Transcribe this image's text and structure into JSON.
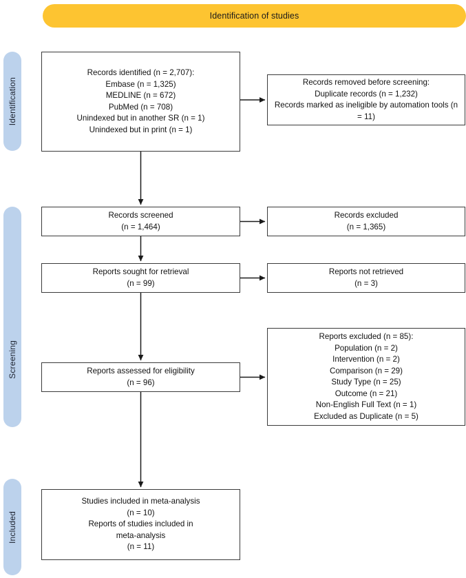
{
  "header": {
    "title": "Identification of studies",
    "color": "#FDC431"
  },
  "stages": {
    "color": "#BCD2EC",
    "items": [
      {
        "name": "identification",
        "label": "Identification"
      },
      {
        "name": "screening",
        "label": "Screening"
      },
      {
        "name": "included",
        "label": "Included"
      }
    ]
  },
  "boxes": {
    "identified": "Records identified (n = 2,707):\nEmbase (n = 1,325)\nMEDLINE (n = 672)\nPubMed (n = 708)\nUnindexed but in another SR (n = 1)\nUnindexed but in print (n = 1)",
    "removed": "Records removed before screening:\nDuplicate records (n = 1,232)\nRecords marked as ineligible by automation tools (n = 11)",
    "screened": "Records screened\n(n = 1,464)",
    "records_excluded": "Records excluded\n(n = 1,365)",
    "sought": "Reports sought for retrieval\n(n = 99)",
    "not_retrieved": "Reports not retrieved\n(n = 3)",
    "assessed": "Reports assessed for eligibility\n(n = 96)",
    "reports_excluded": "Reports excluded (n = 85):\nPopulation (n = 2)\nIntervention (n = 2)\nComparison (n = 29)\nStudy Type (n = 25)\nOutcome (n = 21)\nNon-English Full Text (n = 1)\nExcluded as Duplicate (n = 5)",
    "included": "Studies included in meta-analysis\n(n = 10)\nReports of studies included in\nmeta-analysis\n(n = 11)"
  },
  "chart_data": {
    "type": "diagram",
    "title": "Identification of studies",
    "diagram_kind": "PRISMA flow diagram",
    "stages": [
      "Identification",
      "Screening",
      "Included"
    ],
    "nodes": [
      {
        "id": "identified",
        "stage": "Identification",
        "label": "Records identified",
        "total": 2707,
        "breakdown": [
          {
            "source": "Embase",
            "n": 1325
          },
          {
            "source": "MEDLINE",
            "n": 672
          },
          {
            "source": "PubMed",
            "n": 708
          },
          {
            "source": "Unindexed but in another SR",
            "n": 1
          },
          {
            "source": "Unindexed but in print",
            "n": 1
          }
        ]
      },
      {
        "id": "removed",
        "stage": "Identification",
        "label": "Records removed before screening",
        "breakdown": [
          {
            "reason": "Duplicate records",
            "n": 1232
          },
          {
            "reason": "Records marked as ineligible by automation tools",
            "n": 11
          }
        ]
      },
      {
        "id": "screened",
        "stage": "Screening",
        "label": "Records screened",
        "n": 1464
      },
      {
        "id": "records_excluded",
        "stage": "Screening",
        "label": "Records excluded",
        "n": 1365
      },
      {
        "id": "sought",
        "stage": "Screening",
        "label": "Reports sought for retrieval",
        "n": 99
      },
      {
        "id": "not_retrieved",
        "stage": "Screening",
        "label": "Reports not retrieved",
        "n": 3
      },
      {
        "id": "assessed",
        "stage": "Screening",
        "label": "Reports assessed for eligibility",
        "n": 96
      },
      {
        "id": "reports_excluded",
        "stage": "Screening",
        "label": "Reports excluded",
        "total": 85,
        "breakdown": [
          {
            "reason": "Population",
            "n": 2
          },
          {
            "reason": "Intervention",
            "n": 2
          },
          {
            "reason": "Comparison",
            "n": 29
          },
          {
            "reason": "Study Type",
            "n": 25
          },
          {
            "reason": "Outcome",
            "n": 21
          },
          {
            "reason": "Non-English Full Text",
            "n": 1
          },
          {
            "reason": "Excluded as Duplicate",
            "n": 5
          }
        ]
      },
      {
        "id": "included",
        "stage": "Included",
        "label": "Studies included in meta-analysis",
        "studies": 10,
        "reports": 11
      }
    ],
    "edges": [
      {
        "from": "identified",
        "to": "removed"
      },
      {
        "from": "identified",
        "to": "screened"
      },
      {
        "from": "screened",
        "to": "records_excluded"
      },
      {
        "from": "screened",
        "to": "sought"
      },
      {
        "from": "sought",
        "to": "not_retrieved"
      },
      {
        "from": "sought",
        "to": "assessed"
      },
      {
        "from": "assessed",
        "to": "reports_excluded"
      },
      {
        "from": "assessed",
        "to": "included"
      }
    ]
  }
}
